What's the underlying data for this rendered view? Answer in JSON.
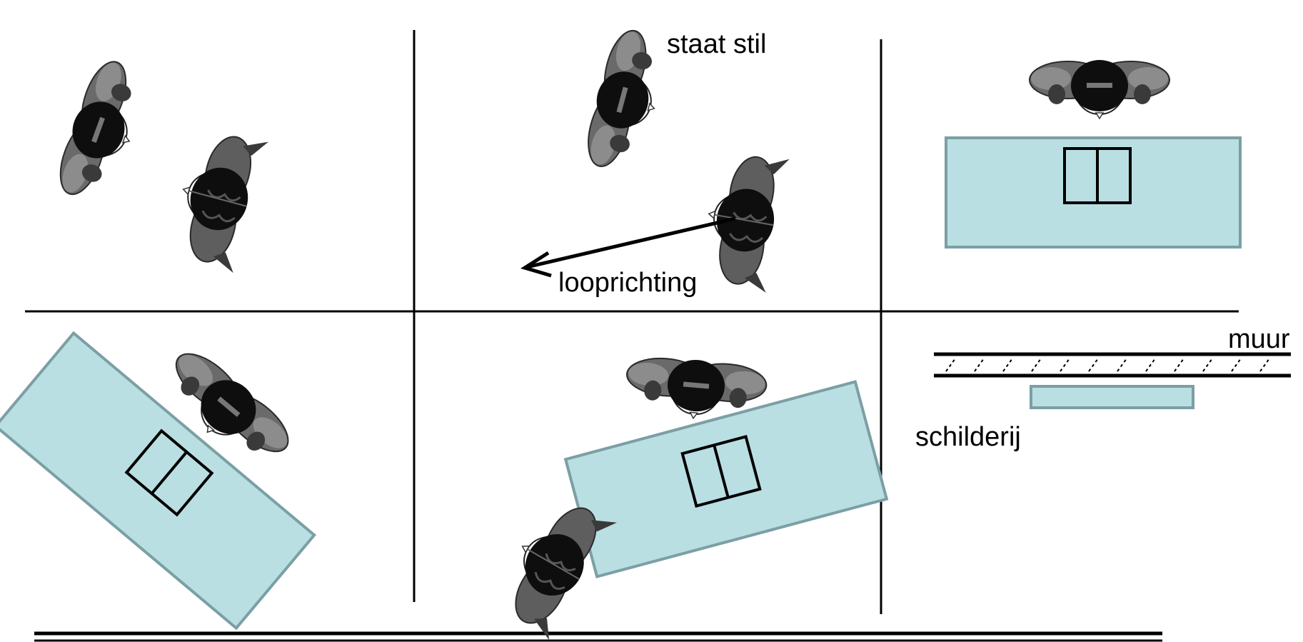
{
  "labels": {
    "standing": "staat stil",
    "walking_direction": "looprichting",
    "wall": "muur",
    "painting": "schilderij"
  },
  "colors": {
    "table_fill": "#b9dfe3",
    "table_stroke": "#7b9fa4",
    "person_dark": "#0e0e0e",
    "person_mid": "#5e5e5e",
    "person_light": "#8c8c8c",
    "line": "#000000"
  }
}
